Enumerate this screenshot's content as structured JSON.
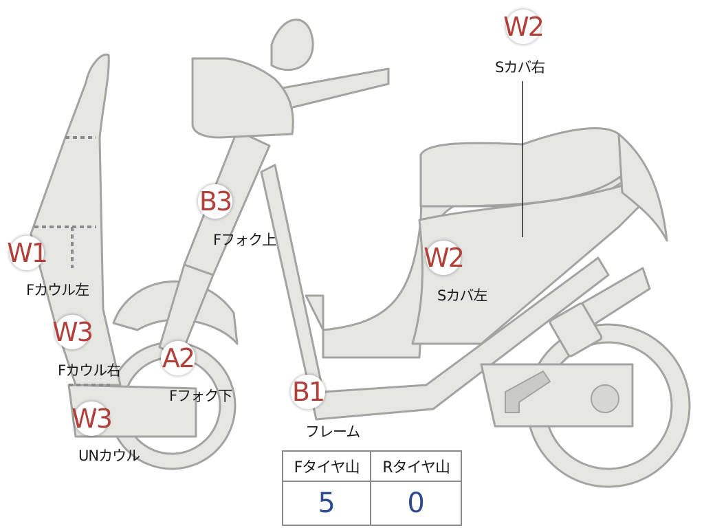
{
  "markers": {
    "w2_top": {
      "code": "W2",
      "part": "Sカバ右"
    },
    "w1": {
      "code": "W1",
      "part": "Fカウル左"
    },
    "w3_mid": {
      "code": "W3",
      "part": "Fカウル右"
    },
    "w3_low": {
      "code": "W3",
      "part": "UNカウル"
    },
    "b3": {
      "code": "B3",
      "part": "Fフォク上"
    },
    "a2": {
      "code": "A2",
      "part": "Fフォク下"
    },
    "b1": {
      "code": "B1",
      "part": "フレーム"
    },
    "w2_side": {
      "code": "W2",
      "part": "Sカバ左"
    }
  },
  "tire_table": {
    "headers": [
      "Fタイヤ山",
      "Rタイヤ山"
    ],
    "values": [
      "5",
      "0"
    ]
  },
  "colors": {
    "body_fill": "#e6e6e3",
    "body_stroke": "#9b9b98",
    "code_red": "#b2403a",
    "value_blue": "#2e4b8f"
  }
}
